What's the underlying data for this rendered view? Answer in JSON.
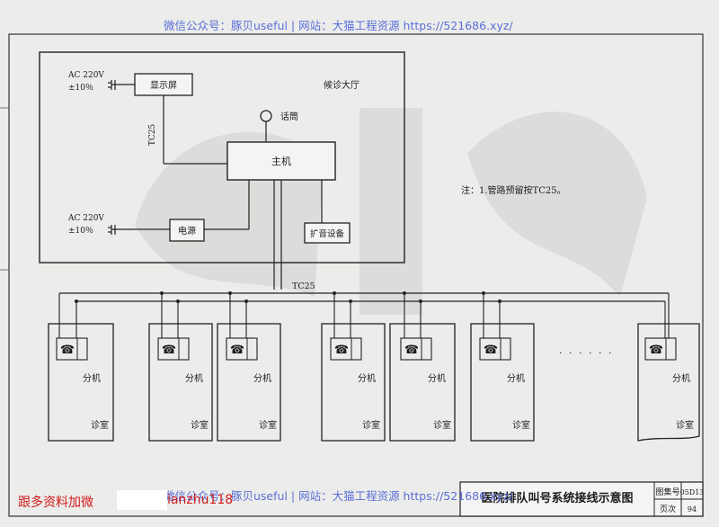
{
  "watermark": {
    "top": "微信公众号：豚贝useful | 网站：大猫工程资源 https://521686.xyz/",
    "bottom": "微信公众号：豚贝useful | 网站：大猫工程资源 https://521686.xyz/"
  },
  "promo": {
    "text": "跟多资料加微",
    "contact": "ianzhu118"
  },
  "diagram": {
    "hall_label": "候诊大厅",
    "ac_top": "AC 220V",
    "ac_top_tol": "±10％",
    "ac_bottom": "AC 220V",
    "ac_bottom_tol": "±10％",
    "display": "显示屏",
    "microphone": "话筒",
    "host": "主机",
    "power": "电源",
    "amplifier": "扩音设备",
    "tc25_vertical": "TC25",
    "tc25_bus": "TC25",
    "note": "注：1.管路预留按TC25。",
    "ellipsis": "· · · · · ·",
    "extension_label": "分机",
    "room_label": "诊室"
  },
  "title_block": {
    "title": "医院排队叫号系统接线示意图",
    "atlas_label": "图集号",
    "atlas_value": "05D13",
    "page_label": "页次",
    "page_value": "94"
  }
}
